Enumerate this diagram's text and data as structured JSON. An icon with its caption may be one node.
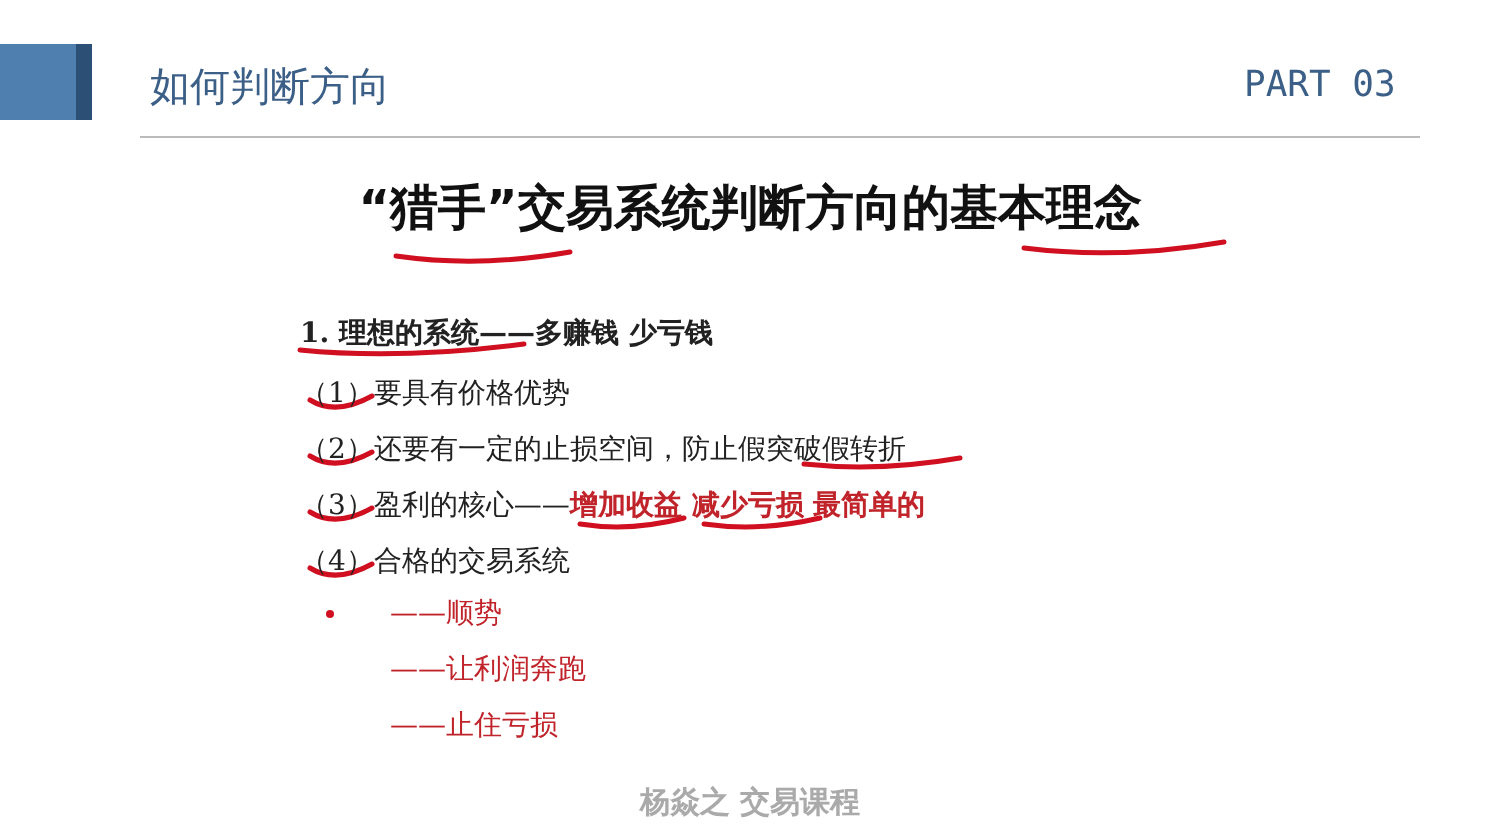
{
  "diagram": {
    "title": "“猎手”交易系统判断方向的基本理念",
    "labels": [
      "如何判断方向",
      "PART 03",
      "1. 理想的系统——多赚钱 少亏钱",
      "（1）要具有价格优势",
      "（2）还要有一定的止损空间，防止假突破假转折",
      "（3）盈利的核心——",
      "增加收益 减少亏损 最简单的",
      "（4）合格的交易系统",
      "——顺势",
      "——让利润奔跑",
      "——止住亏损",
      "杨焱之 交易课程"
    ]
  }
}
